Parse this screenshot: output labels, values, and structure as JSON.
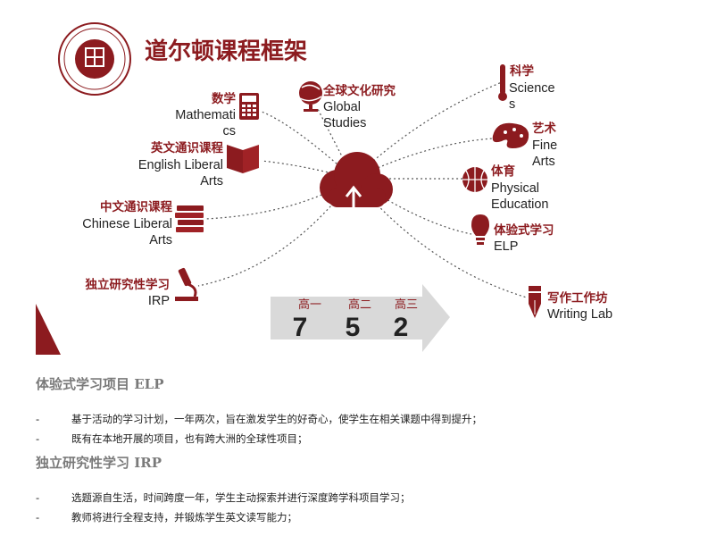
{
  "header": {
    "title": "道尔顿课程框架"
  },
  "diagram": {
    "nodes": {
      "global": {
        "zh": "全球文化研究",
        "en": [
          "Global",
          "Studies"
        ],
        "icon": "globe-icon"
      },
      "math": {
        "zh": "数学",
        "en": [
          "Mathemati",
          "cs"
        ],
        "icon": "calculator-icon"
      },
      "english": {
        "zh": "英文通识课程",
        "en": [
          "English Liberal",
          "Arts"
        ],
        "icon": "book-icon"
      },
      "chinese": {
        "zh": "中文通识课程",
        "en": [
          "Chinese Liberal",
          "Arts"
        ],
        "icon": "book-stack-icon"
      },
      "irp": {
        "zh": "独立研究性学习",
        "en": [
          "IRP"
        ],
        "icon": "microscope-icon"
      },
      "science": {
        "zh": "科学",
        "en": [
          "Science",
          "s"
        ],
        "icon": "thermometer-icon"
      },
      "arts": {
        "zh": "艺术",
        "en": [
          "Fine",
          "Arts"
        ],
        "icon": "palette-icon"
      },
      "pe": {
        "zh": "体育",
        "en": [
          "Physical",
          "Education"
        ],
        "icon": "basketball-icon"
      },
      "elp": {
        "zh": "体验式学习",
        "en": [
          "ELP"
        ],
        "icon": "lightbulb-icon"
      },
      "writing": {
        "zh": "写作工作坊",
        "en": [
          "Writing Lab"
        ],
        "icon": "fountain-pen-icon"
      }
    },
    "grades": [
      {
        "label": "高一",
        "value": "7"
      },
      {
        "label": "高二",
        "value": "5"
      },
      {
        "label": "高三",
        "value": "2"
      }
    ],
    "center_icon": "cloud-upload-icon",
    "accent": "#8c1b1f",
    "arrow_color": "#d9d9d9"
  },
  "sections": [
    {
      "heading": "体验式学习项目 ELP",
      "bullets": [
        {
          "marker": "-",
          "text": "基于活动的学习计划，一年两次，旨在激发学生的好奇心，使学生在相关课题中得到提升；"
        },
        {
          "marker": "-",
          "text": "既有在本地开展的项目，也有跨大洲的全球性项目；"
        }
      ]
    },
    {
      "heading": "独立研究性学习 IRP",
      "bullets": [
        {
          "marker": "-",
          "text": "选题源自生活，时间跨度一年，学生主动探索并进行深度跨学科项目学习；"
        },
        {
          "marker": "-",
          "text": "教师将进行全程支持，并锻炼学生英文读写能力；"
        }
      ]
    }
  ]
}
